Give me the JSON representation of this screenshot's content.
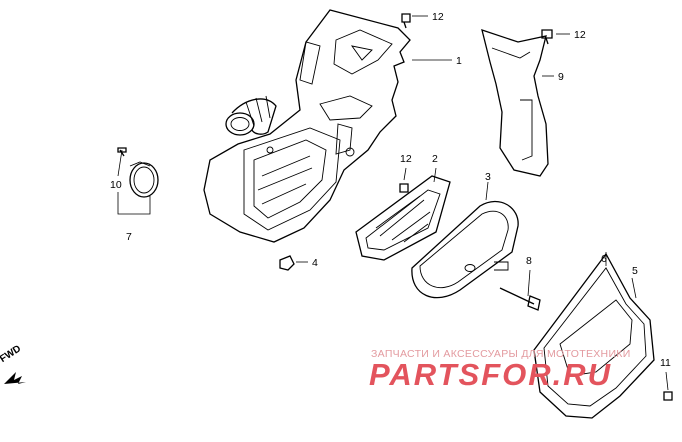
{
  "callouts": [
    {
      "id": "1",
      "text": "1"
    },
    {
      "id": "2",
      "text": "2"
    },
    {
      "id": "3",
      "text": "3"
    },
    {
      "id": "4",
      "text": "4"
    },
    {
      "id": "5",
      "text": "5"
    },
    {
      "id": "6",
      "text": "6"
    },
    {
      "id": "7",
      "text": "7"
    },
    {
      "id": "8",
      "text": "8"
    },
    {
      "id": "9",
      "text": "9"
    },
    {
      "id": "10",
      "text": "10"
    },
    {
      "id": "11",
      "text": "11"
    },
    {
      "id": "12a",
      "text": "12"
    },
    {
      "id": "12b",
      "text": "12"
    },
    {
      "id": "12c",
      "text": "12"
    }
  ],
  "direction_label": "FWD",
  "watermark": {
    "tagline": "ЗАПЧАСТИ И АКСЕССУАРЫ ДЛЯ МОТОТЕХНИКИ",
    "brand": "PARTSFOR.RU",
    "color": "#e3545d"
  }
}
